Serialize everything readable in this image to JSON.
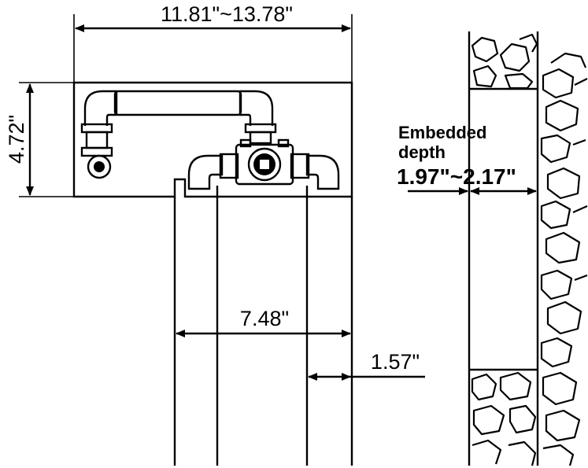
{
  "dimensions": {
    "width_range": "11.81\"~13.78\"",
    "height": "4.72\"",
    "center_spacing": "7.48\"",
    "offset": "1.57\""
  },
  "embedded": {
    "line1": "Embedded",
    "line2": "depth",
    "range": "1.97\"~2.17\""
  }
}
